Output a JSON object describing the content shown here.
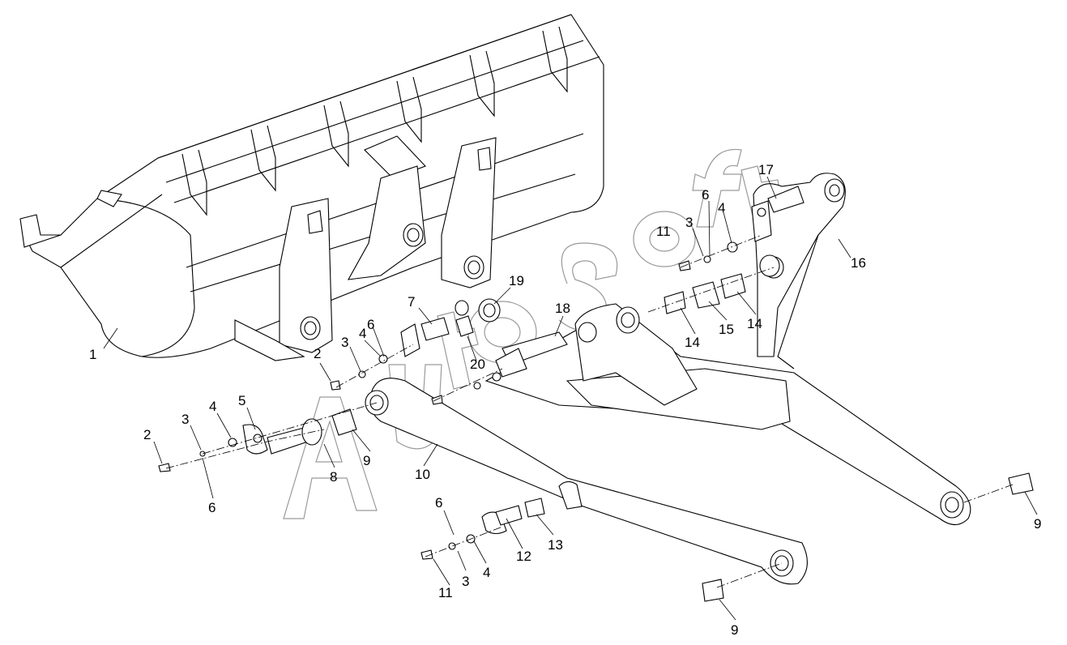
{
  "labels": [
    {
      "text": "1"
    },
    {
      "text": "2"
    },
    {
      "text": "3"
    },
    {
      "text": "4"
    },
    {
      "text": "6"
    },
    {
      "text": "7"
    },
    {
      "text": "19"
    },
    {
      "text": "18"
    },
    {
      "text": "20"
    },
    {
      "text": "2"
    },
    {
      "text": "3"
    },
    {
      "text": "4"
    },
    {
      "text": "5"
    },
    {
      "text": "8"
    },
    {
      "text": "9"
    },
    {
      "text": "10"
    },
    {
      "text": "6"
    },
    {
      "text": "17"
    },
    {
      "text": "6"
    },
    {
      "text": "4"
    },
    {
      "text": "3"
    },
    {
      "text": "11"
    },
    {
      "text": "16"
    },
    {
      "text": "14"
    },
    {
      "text": "15"
    },
    {
      "text": "14"
    },
    {
      "text": "6"
    },
    {
      "text": "3"
    },
    {
      "text": "4"
    },
    {
      "text": "11"
    },
    {
      "text": "12"
    },
    {
      "text": "13"
    },
    {
      "text": "9"
    },
    {
      "text": "9"
    }
  ],
  "watermark": {
    "text": "AutoSoft"
  }
}
